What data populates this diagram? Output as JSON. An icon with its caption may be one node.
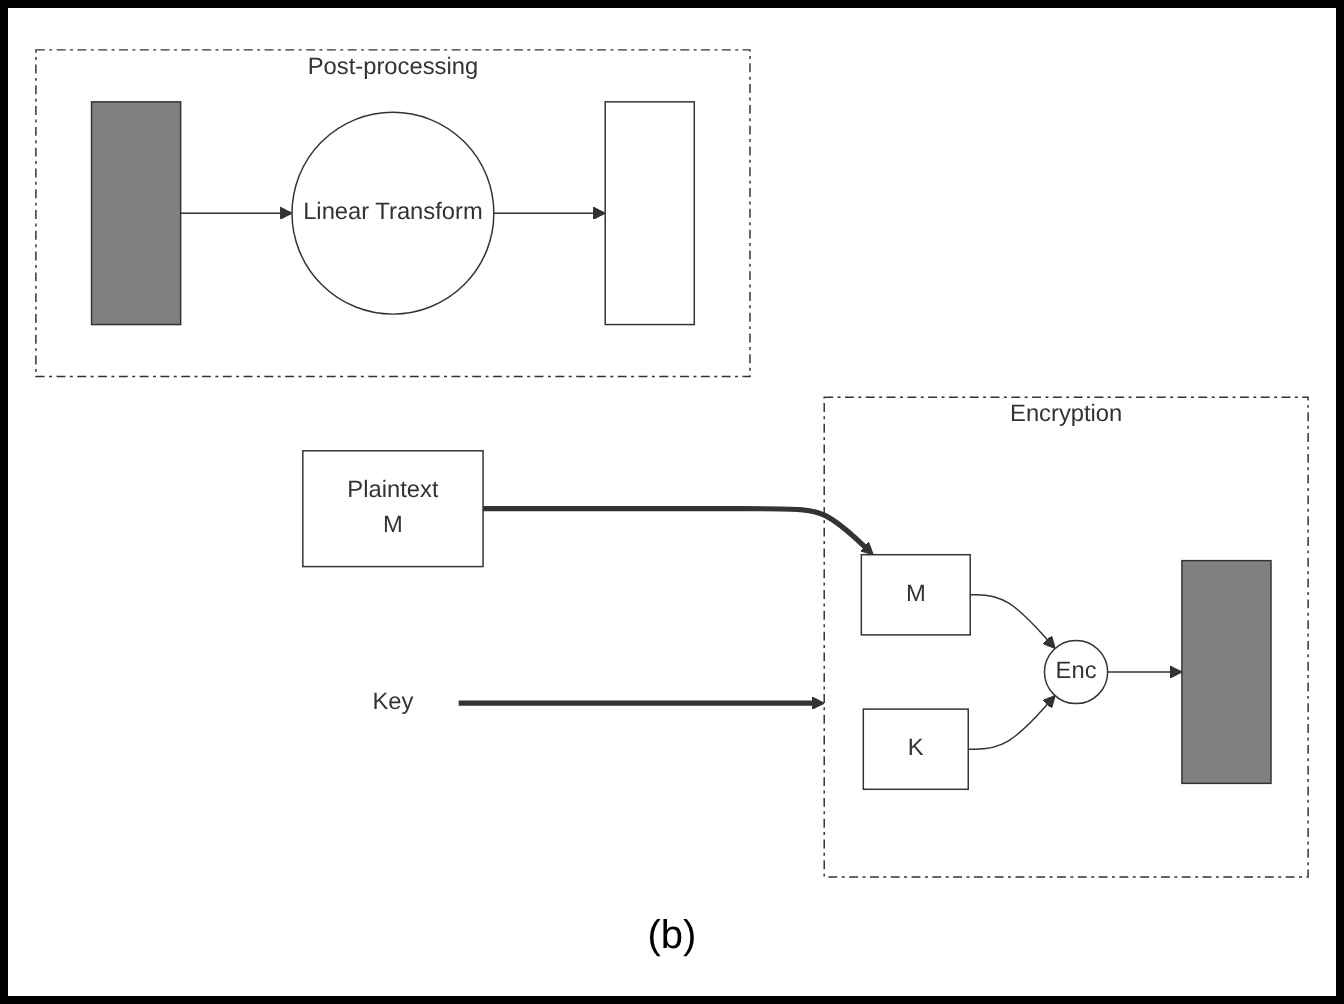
{
  "diagram": {
    "caption": "(b)",
    "nodes": [
      {
        "text": [
          "Encryption"
        ]
      },
      {
        "text": [
          "Post-processing"
        ]
      },
      {
        "text": [
          "Key"
        ]
      },
      {
        "text": [
          "Plaintext",
          "M"
        ]
      },
      {
        "text": [
          "M"
        ],
        "in": 0
      },
      {
        "text": [
          "K"
        ],
        "in": 0
      },
      {
        "text": [
          "Enc"
        ],
        "in": 0
      },
      {
        "text": [],
        "shape": "bar",
        "in": 0
      },
      {
        "text": [],
        "shape": "bar",
        "in": 1
      },
      {
        "text": [
          "Linear Transform"
        ],
        "in": 1
      },
      {
        "text": [],
        "shape": "bar",
        "in": 1
      }
    ],
    "edges": [
      {
        "from": 2,
        "to": 0,
        "arrow": "to",
        "style": "thick"
      },
      {
        "from": 3,
        "to": 4,
        "arrow": "to",
        "style": "thick"
      },
      {
        "from": 4,
        "to": 6,
        "arrow": "to"
      },
      {
        "from": 5,
        "to": 6,
        "arrow": "to"
      },
      {
        "from": 6,
        "to": 7,
        "arrow": "to"
      },
      {
        "from": 8,
        "to": 9,
        "arrow": "to"
      },
      {
        "from": 9,
        "to": 10,
        "arrow": "to"
      }
    ]
  }
}
